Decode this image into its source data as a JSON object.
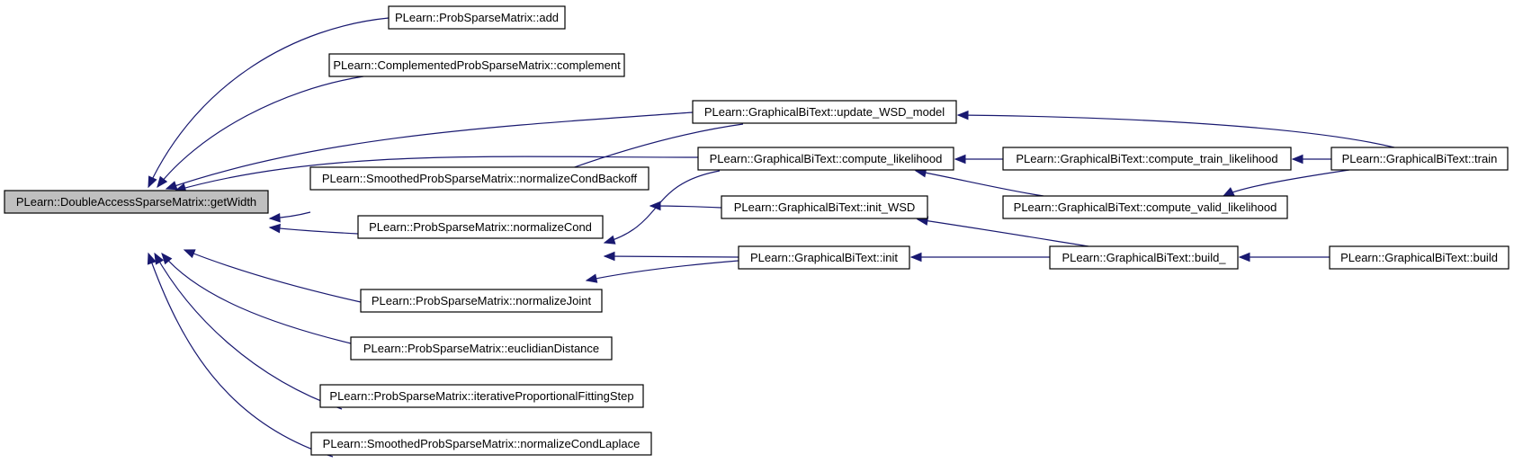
{
  "diagram": {
    "colors": {
      "edge": "#191970",
      "root_fill": "#bfbfbf",
      "node_fill": "#ffffff",
      "node_border": "#000000"
    },
    "nodes": [
      {
        "id": "root",
        "label": "PLearn::DoubleAccessSparseMatrix::getWidth"
      },
      {
        "id": "add",
        "label": "PLearn::ProbSparseMatrix::add"
      },
      {
        "id": "complement",
        "label": "PLearn::ComplementedProbSparseMatrix::complement"
      },
      {
        "id": "update_wsd",
        "label": "PLearn::GraphicalBiText::update_WSD_model"
      },
      {
        "id": "compute_lik",
        "label": "PLearn::GraphicalBiText::compute_likelihood"
      },
      {
        "id": "norm_backoff",
        "label": "PLearn::SmoothedProbSparseMatrix::normalizeCondBackoff"
      },
      {
        "id": "norm_cond",
        "label": "PLearn::ProbSparseMatrix::normalizeCond"
      },
      {
        "id": "norm_joint",
        "label": "PLearn::ProbSparseMatrix::normalizeJoint"
      },
      {
        "id": "euclid",
        "label": "PLearn::ProbSparseMatrix::euclidianDistance"
      },
      {
        "id": "ipf",
        "label": "PLearn::ProbSparseMatrix::iterativeProportionalFittingStep"
      },
      {
        "id": "norm_laplace",
        "label": "PLearn::SmoothedProbSparseMatrix::normalizeCondLaplace"
      },
      {
        "id": "init_wsd",
        "label": "PLearn::GraphicalBiText::init_WSD"
      },
      {
        "id": "init",
        "label": "PLearn::GraphicalBiText::init"
      },
      {
        "id": "train_lik",
        "label": "PLearn::GraphicalBiText::compute_train_likelihood"
      },
      {
        "id": "valid_lik",
        "label": "PLearn::GraphicalBiText::compute_valid_likelihood"
      },
      {
        "id": "build_",
        "label": "PLearn::GraphicalBiText::build_"
      },
      {
        "id": "train",
        "label": "PLearn::GraphicalBiText::train"
      },
      {
        "id": "build",
        "label": "PLearn::GraphicalBiText::build"
      }
    ],
    "edges": [
      {
        "from": "add",
        "to": "root"
      },
      {
        "from": "complement",
        "to": "root"
      },
      {
        "from": "update_wsd",
        "to": "root"
      },
      {
        "from": "compute_lik",
        "to": "root"
      },
      {
        "from": "norm_backoff",
        "to": "root"
      },
      {
        "from": "norm_cond",
        "to": "root"
      },
      {
        "from": "norm_joint",
        "to": "root"
      },
      {
        "from": "euclid",
        "to": "root"
      },
      {
        "from": "ipf",
        "to": "root"
      },
      {
        "from": "norm_laplace",
        "to": "root"
      },
      {
        "from": "update_wsd",
        "to": "norm_backoff"
      },
      {
        "from": "init_wsd",
        "to": "norm_backoff"
      },
      {
        "from": "compute_lik",
        "to": "norm_cond"
      },
      {
        "from": "init",
        "to": "norm_cond"
      },
      {
        "from": "init",
        "to": "norm_joint"
      },
      {
        "from": "train",
        "to": "update_wsd"
      },
      {
        "from": "train_lik",
        "to": "compute_lik"
      },
      {
        "from": "valid_lik",
        "to": "compute_lik"
      },
      {
        "from": "build_",
        "to": "init_wsd"
      },
      {
        "from": "build_",
        "to": "init"
      },
      {
        "from": "train",
        "to": "train_lik"
      },
      {
        "from": "train",
        "to": "valid_lik"
      },
      {
        "from": "build",
        "to": "build_"
      }
    ]
  }
}
